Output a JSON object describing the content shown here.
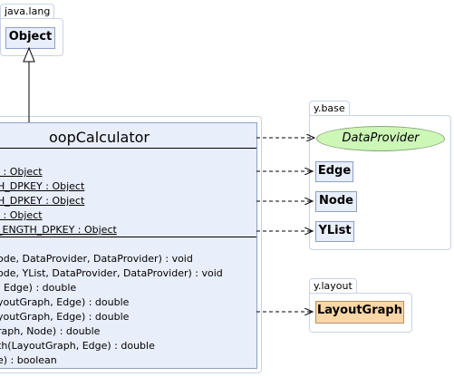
{
  "packages": {
    "java_lang": {
      "name": "java.lang",
      "classes": [
        "Object"
      ]
    },
    "y_base": {
      "name": "y.base",
      "interface": "DataProvider",
      "classes": [
        "Edge",
        "Node",
        "YList"
      ]
    },
    "y_layout": {
      "name": "y.layout",
      "classes": [
        "LayoutGraph"
      ]
    }
  },
  "main_class": {
    "title": "oopCalculator",
    "fields": [
      "' : Object",
      "H_DPKEY : Object",
      "H_DPKEY : Object",
      "' : Object",
      "_ENGTH_DPKEY : Object"
    ],
    "methods": [
      "ode, DataProvider, DataProvider) : void",
      "ode, YList, DataProvider, DataProvider) : void",
      ", Edge) : double",
      "youtGraph, Edge) : double",
      "youtGraph, Edge) : double",
      "raph, Node) : double",
      "th(LayoutGraph, Edge) : double",
      "e) : boolean"
    ]
  },
  "colors": {
    "class_fill": "#e8eefa",
    "interface_fill": "#cdf7b6",
    "highlight_fill": "#fbd6a6",
    "package_border": "#c9d3e6"
  }
}
